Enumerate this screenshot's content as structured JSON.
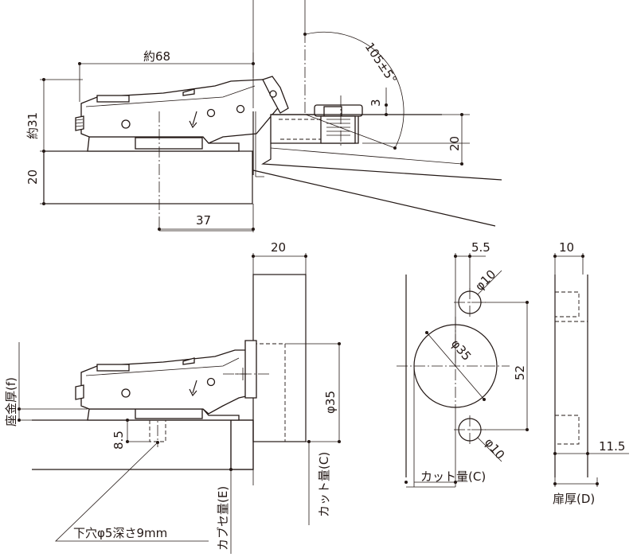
{
  "side_view": {
    "dim_width": "約68",
    "dim_height": "約31",
    "dim_base": "20",
    "dim_offset": "37",
    "dim_angle": "105±5°",
    "dim_gap": "3",
    "dim_door": "20"
  },
  "front_view": {
    "dim_door": "20",
    "dim_cup": "φ35",
    "dim_hole_depth": "8.5",
    "label_plate_thickness": "座金厚(f)",
    "label_cut": "カット量(C)",
    "label_overlay": "カブセ量(E)",
    "label_pilot_hole": "下穴φ5深さ9mm"
  },
  "hole_pattern": {
    "dim_offset": "5.5",
    "dim_small_top": "φ10",
    "dim_cup": "φ35",
    "dim_pitch": "52",
    "dim_small_bottom": "φ10",
    "label_cut": "カット量(C)"
  },
  "door_section": {
    "dim_top": "10",
    "dim_bottom": "11.5",
    "label_thickness": "扉厚(D)"
  }
}
